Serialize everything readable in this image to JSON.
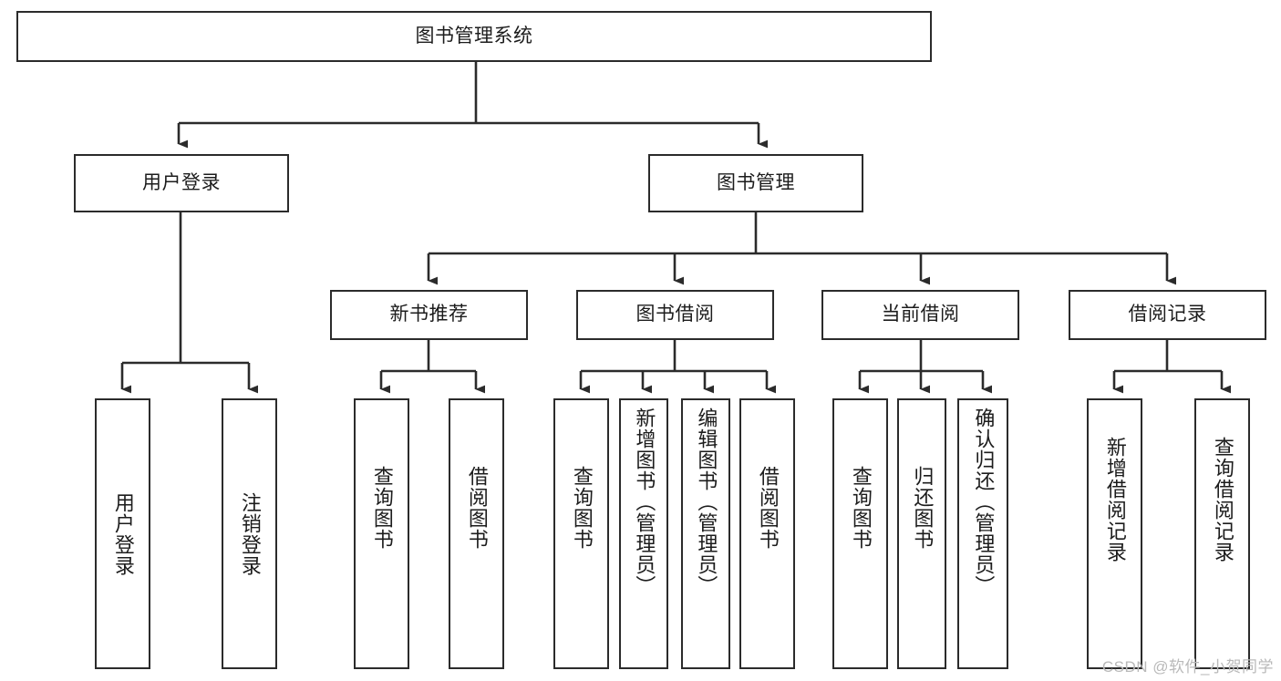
{
  "diagram": {
    "type": "tree-hierarchy",
    "title": "图书管理系统",
    "watermark": "CSDN @软件_小贺同学",
    "colors": {
      "stroke": "#2b2b2b",
      "fill": "#ffffff",
      "text": "#1c1c1c",
      "watermark": "#b9b9b9"
    },
    "nodes": {
      "root": {
        "label": "图书管理系统"
      },
      "level2": [
        {
          "id": "user-login",
          "label": "用户登录"
        },
        {
          "id": "book-manage",
          "label": "图书管理"
        }
      ],
      "level3": [
        {
          "id": "new-book-recommend",
          "label": "新书推荐"
        },
        {
          "id": "book-borrow",
          "label": "图书借阅"
        },
        {
          "id": "current-borrow",
          "label": "当前借阅"
        },
        {
          "id": "borrow-record",
          "label": "借阅记录"
        }
      ],
      "leaves": {
        "user_login": [
          {
            "id": "leaf-user-login",
            "label": "用户登录"
          },
          {
            "id": "leaf-logout-login",
            "label": "注销登录"
          }
        ],
        "new_book_recommend": [
          {
            "id": "leaf-query-book-1",
            "label": "查询图书"
          },
          {
            "id": "leaf-borrow-book-1",
            "label": "借阅图书"
          }
        ],
        "book_borrow": [
          {
            "id": "leaf-query-book-2",
            "label": "查询图书"
          },
          {
            "id": "leaf-add-book",
            "label": "新增图书（管理员）"
          },
          {
            "id": "leaf-edit-book",
            "label": "编辑图书（管理员）"
          },
          {
            "id": "leaf-borrow-book-2",
            "label": "借阅图书"
          }
        ],
        "current_borrow": [
          {
            "id": "leaf-query-book-3",
            "label": "查询图书"
          },
          {
            "id": "leaf-return-book",
            "label": "归还图书"
          },
          {
            "id": "leaf-confirm-return",
            "label": "确认归还（管理员）"
          }
        ],
        "borrow_record": [
          {
            "id": "leaf-add-record",
            "label": "新增借阅记录"
          },
          {
            "id": "leaf-query-record",
            "label": "查询借阅记录"
          }
        ]
      }
    }
  }
}
